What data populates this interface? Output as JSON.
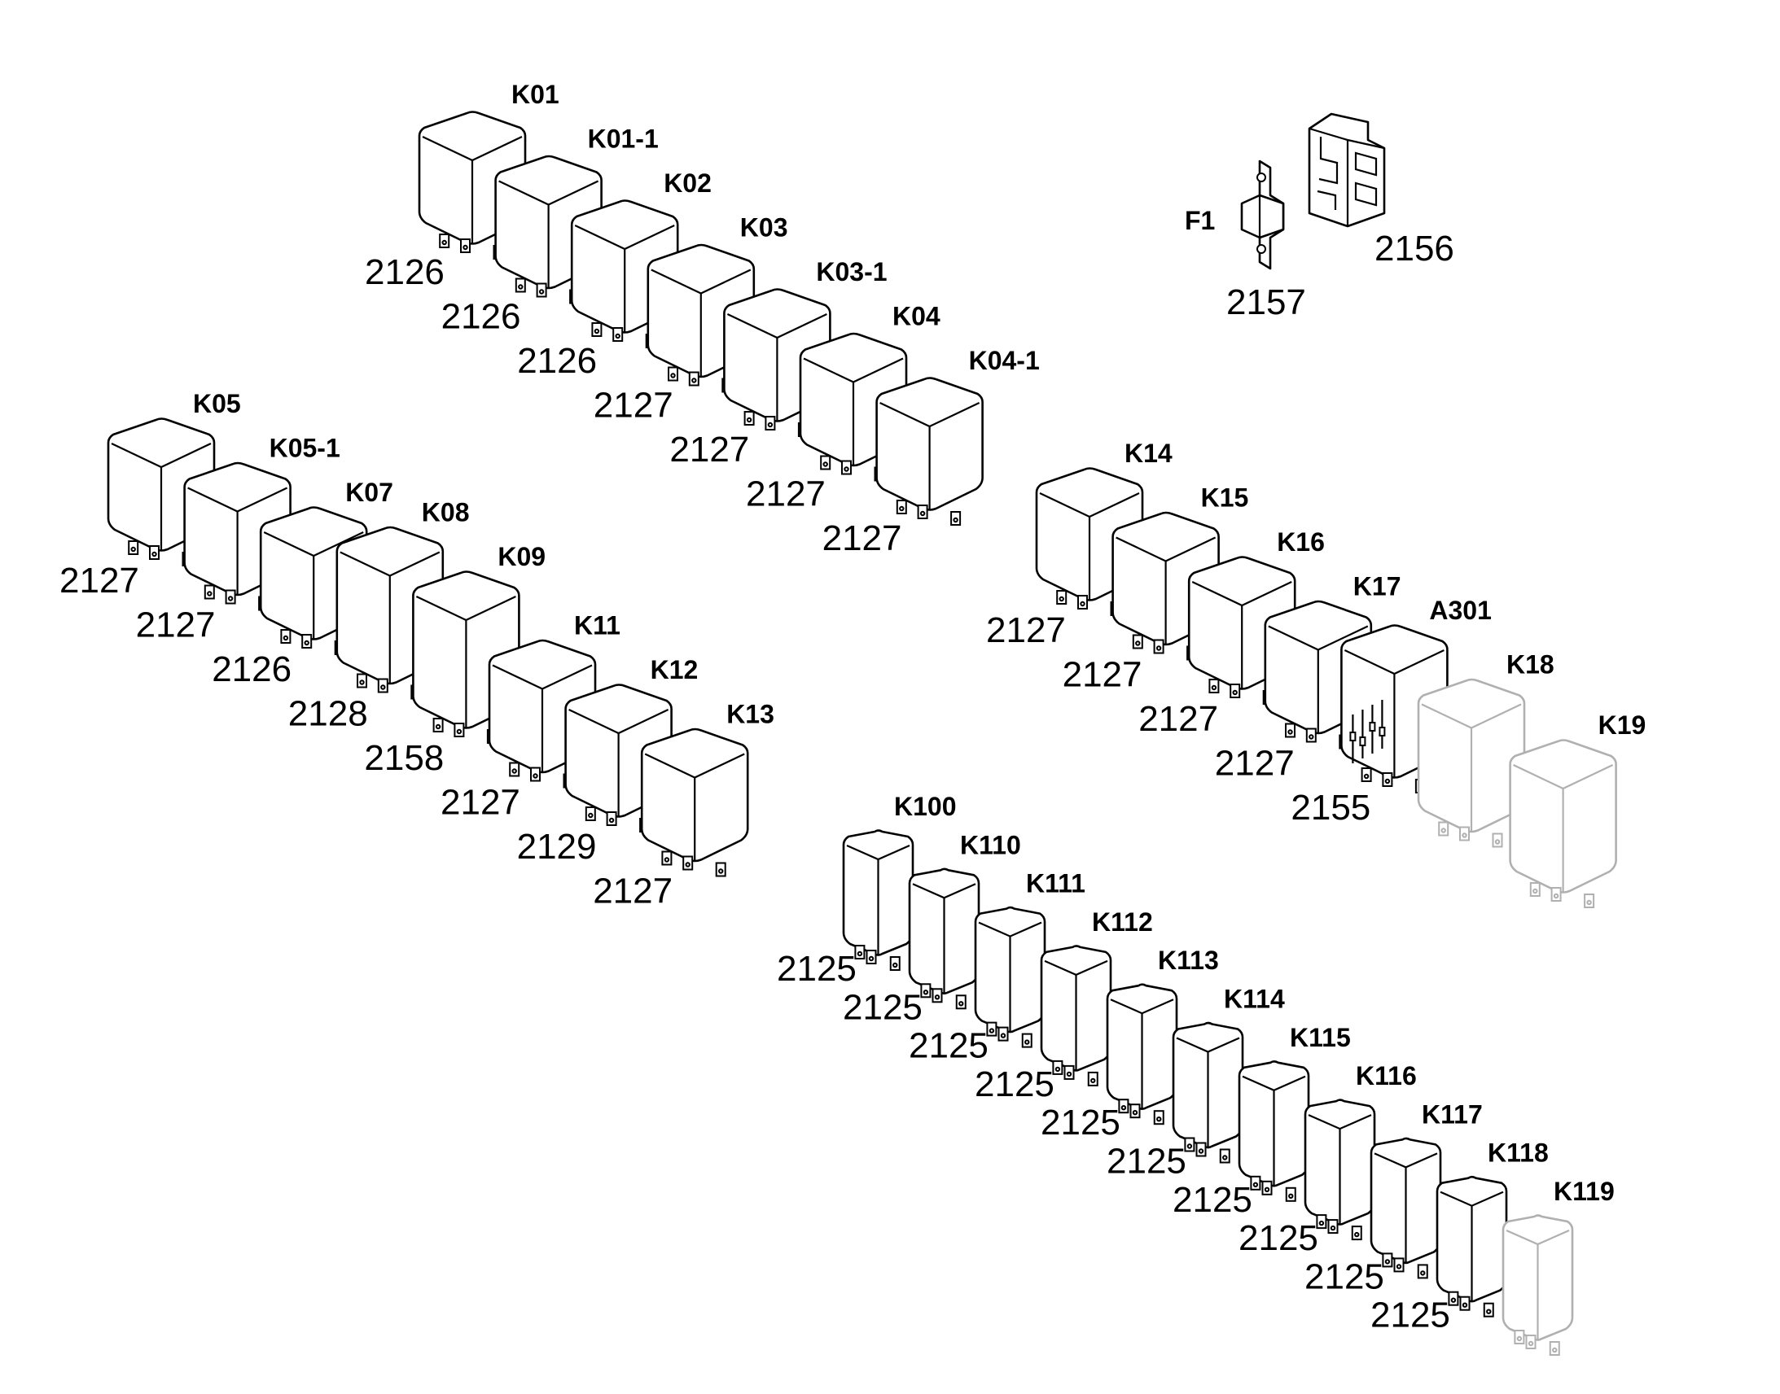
{
  "groups": [
    {
      "name": "upper-row",
      "items": [
        {
          "ref": "K01",
          "part": "2126",
          "style": "normal"
        },
        {
          "ref": "K01-1",
          "part": "2126",
          "style": "normal"
        },
        {
          "ref": "K02",
          "part": "2126",
          "style": "normal"
        },
        {
          "ref": "K03",
          "part": "2127",
          "style": "normal"
        },
        {
          "ref": "K03-1",
          "part": "2127",
          "style": "normal"
        },
        {
          "ref": "K04",
          "part": "2127",
          "style": "normal"
        },
        {
          "ref": "K04-1",
          "part": "2127",
          "style": "normal"
        }
      ]
    },
    {
      "name": "left-row",
      "items": [
        {
          "ref": "K05",
          "part": "2127",
          "style": "normal"
        },
        {
          "ref": "K05-1",
          "part": "2127",
          "style": "normal"
        },
        {
          "ref": "K07",
          "part": "2126",
          "style": "normal"
        },
        {
          "ref": "K08",
          "part": "2128",
          "style": "normal"
        },
        {
          "ref": "K09",
          "part": "2158",
          "style": "normal"
        },
        {
          "ref": "K11",
          "part": "2127",
          "style": "normal"
        },
        {
          "ref": "K12",
          "part": "2129",
          "style": "normal"
        },
        {
          "ref": "K13",
          "part": "2127",
          "style": "normal"
        }
      ]
    },
    {
      "name": "right-row",
      "items": [
        {
          "ref": "K14",
          "part": "2127",
          "style": "normal"
        },
        {
          "ref": "K15",
          "part": "2127",
          "style": "normal"
        },
        {
          "ref": "K16",
          "part": "2127",
          "style": "normal"
        },
        {
          "ref": "K17",
          "part": "2127",
          "style": "normal"
        },
        {
          "ref": "A301",
          "part": "2155",
          "style": "module"
        },
        {
          "ref": "K18",
          "part": "",
          "style": "ghost"
        },
        {
          "ref": "K19",
          "part": "",
          "style": "ghost"
        }
      ]
    },
    {
      "name": "lower-row",
      "items": [
        {
          "ref": "K100",
          "part": "2125",
          "style": "normal"
        },
        {
          "ref": "K110",
          "part": "2125",
          "style": "normal"
        },
        {
          "ref": "K111",
          "part": "2125",
          "style": "normal"
        },
        {
          "ref": "K112",
          "part": "2125",
          "style": "normal"
        },
        {
          "ref": "K113",
          "part": "2125",
          "style": "normal"
        },
        {
          "ref": "K114",
          "part": "2125",
          "style": "normal"
        },
        {
          "ref": "K115",
          "part": "2125",
          "style": "normal"
        },
        {
          "ref": "K116",
          "part": "2125",
          "style": "normal"
        },
        {
          "ref": "K117",
          "part": "2125",
          "style": "normal"
        },
        {
          "ref": "K118",
          "part": "2125",
          "style": "normal"
        },
        {
          "ref": "K119",
          "part": "",
          "style": "ghost"
        }
      ]
    }
  ],
  "fuse": {
    "ref": "F1",
    "part": "2157"
  },
  "fuse_holder": {
    "part": "2156"
  },
  "colors": {
    "line": "#000000",
    "ghost_line": "#b0b0b0",
    "background": "#ffffff"
  }
}
